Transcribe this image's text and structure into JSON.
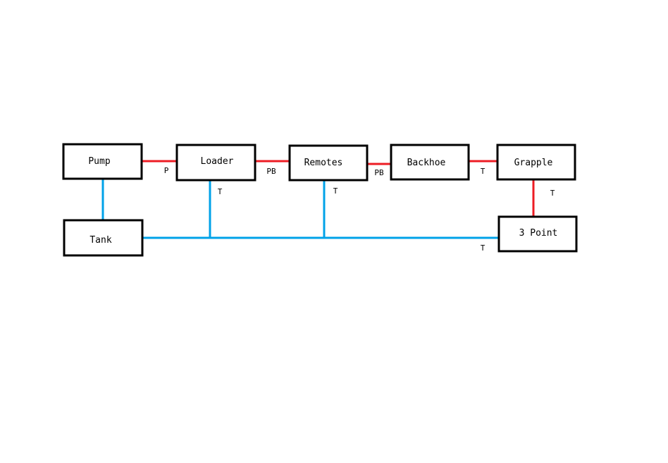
{
  "colors": {
    "background": "#ffffff",
    "box_stroke": "#000000",
    "pressure_line": "#ed1c24",
    "tank_line": "#00a2e8"
  },
  "nodes": {
    "pump": "Pump",
    "loader": "Loader",
    "remotes": "Remotes",
    "backhoe": "Backhoe",
    "grapple": "Grapple",
    "tank": "Tank",
    "three_point": "3 Point"
  },
  "port_labels": {
    "pump_to_loader": "P",
    "loader_to_remotes": "PB",
    "remotes_to_backhoe": "PB",
    "backhoe_to_grapple": "T",
    "grapple_to_three_point": "T",
    "loader_return": "T",
    "remotes_return": "T",
    "three_point_return": "T"
  }
}
